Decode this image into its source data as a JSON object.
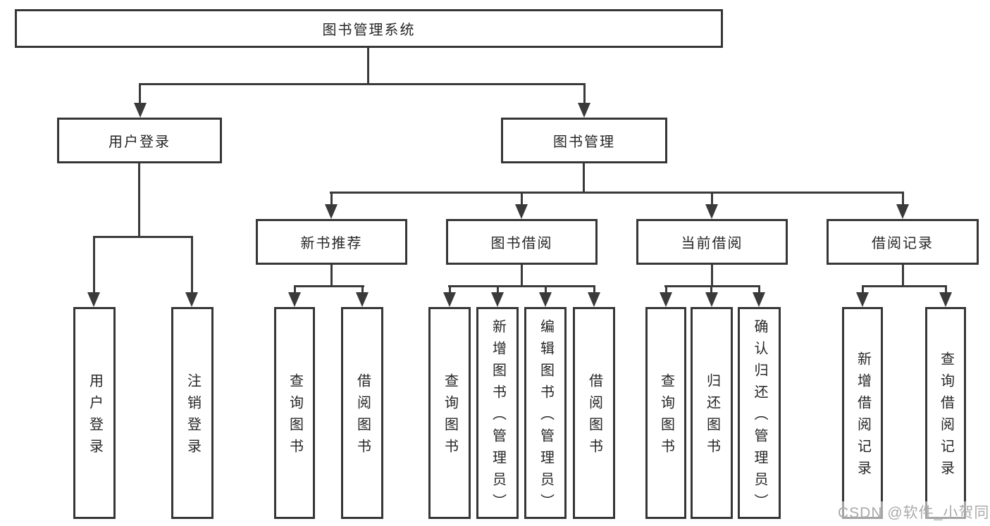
{
  "root": {
    "label": "图书管理系统"
  },
  "branches": [
    {
      "label": "用户登录",
      "children": [
        {
          "label": "用户登录"
        },
        {
          "label": "注销登录"
        }
      ]
    },
    {
      "label": "图书管理",
      "children": [
        {
          "label": "新书推荐",
          "children": [
            {
              "label": "查询图书"
            },
            {
              "label": "借阅图书"
            }
          ]
        },
        {
          "label": "图书借阅",
          "children": [
            {
              "label": "查询图书"
            },
            {
              "label": "新增图书（管理员）"
            },
            {
              "label": "编辑图书（管理员）"
            },
            {
              "label": "借阅图书"
            }
          ]
        },
        {
          "label": "当前借阅",
          "children": [
            {
              "label": "查询图书"
            },
            {
              "label": "归还图书"
            },
            {
              "label": "确认归还（管理员）"
            }
          ]
        },
        {
          "label": "借阅记录",
          "children": [
            {
              "label": "新增借阅记录"
            },
            {
              "label": "查询借阅记录"
            }
          ]
        }
      ]
    }
  ],
  "watermark": {
    "label": "CSDN @软件_小贺同学"
  },
  "colors": {
    "line": "#3a3a3a",
    "border": "#363636",
    "text": "#262626",
    "watermark": "#aaaaaa"
  }
}
